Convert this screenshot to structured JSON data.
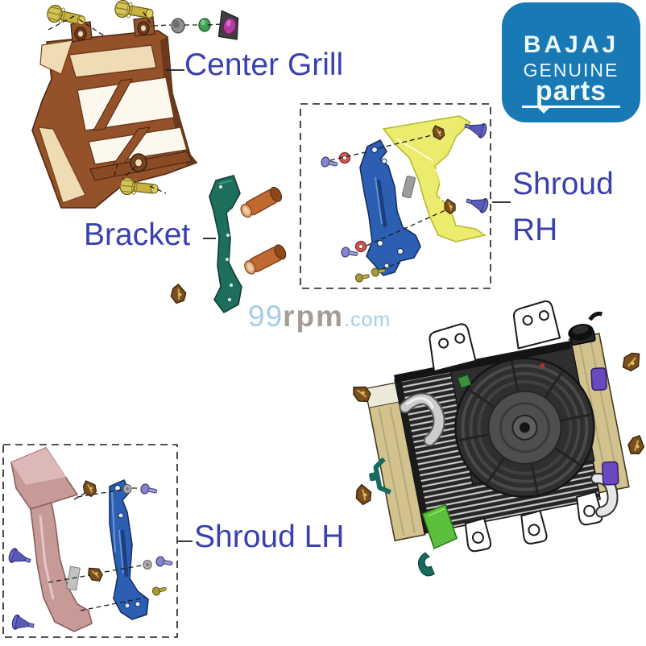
{
  "labels": {
    "center_grill": "Center Grill",
    "bracket": "Bracket",
    "shroud_rh_line1": "Shroud",
    "shroud_rh_line2": "RH",
    "shroud_lh": "Shroud LH"
  },
  "logo": {
    "brand": "BAJAJ",
    "line1": "GENUINE",
    "line2": "parts"
  },
  "watermark": {
    "prefix": "99",
    "mid": "rpm",
    "suffix": ".com"
  },
  "colors": {
    "label_text": "#3a41ae",
    "logo_bg": "#1879b4",
    "logo_text": "#eef9fc",
    "watermark_blue": "#a5cde8",
    "watermark_gray": "#a39d96",
    "grill_brown": "#94512a",
    "grill_cream": "#f0dcb4",
    "bracket_green": "#1d6e5b",
    "bolt_olive": "#c8b23f",
    "bolt_orange": "#c06a32",
    "shroud_yellow": "#ebeb6e",
    "bracket_blue": "#2c5fb2",
    "shroud_pink": "#c79a98",
    "radiator_tan": "#d2c28e",
    "radiator_dark": "#2a2a2a",
    "mount_purple": "#6a48c0",
    "panel_green": "#5abf3c",
    "hook_teal": "#176a5e",
    "clip_brown": "#7a4e1e",
    "washer_red": "#d05858",
    "screw_purple": "#8585c8"
  }
}
